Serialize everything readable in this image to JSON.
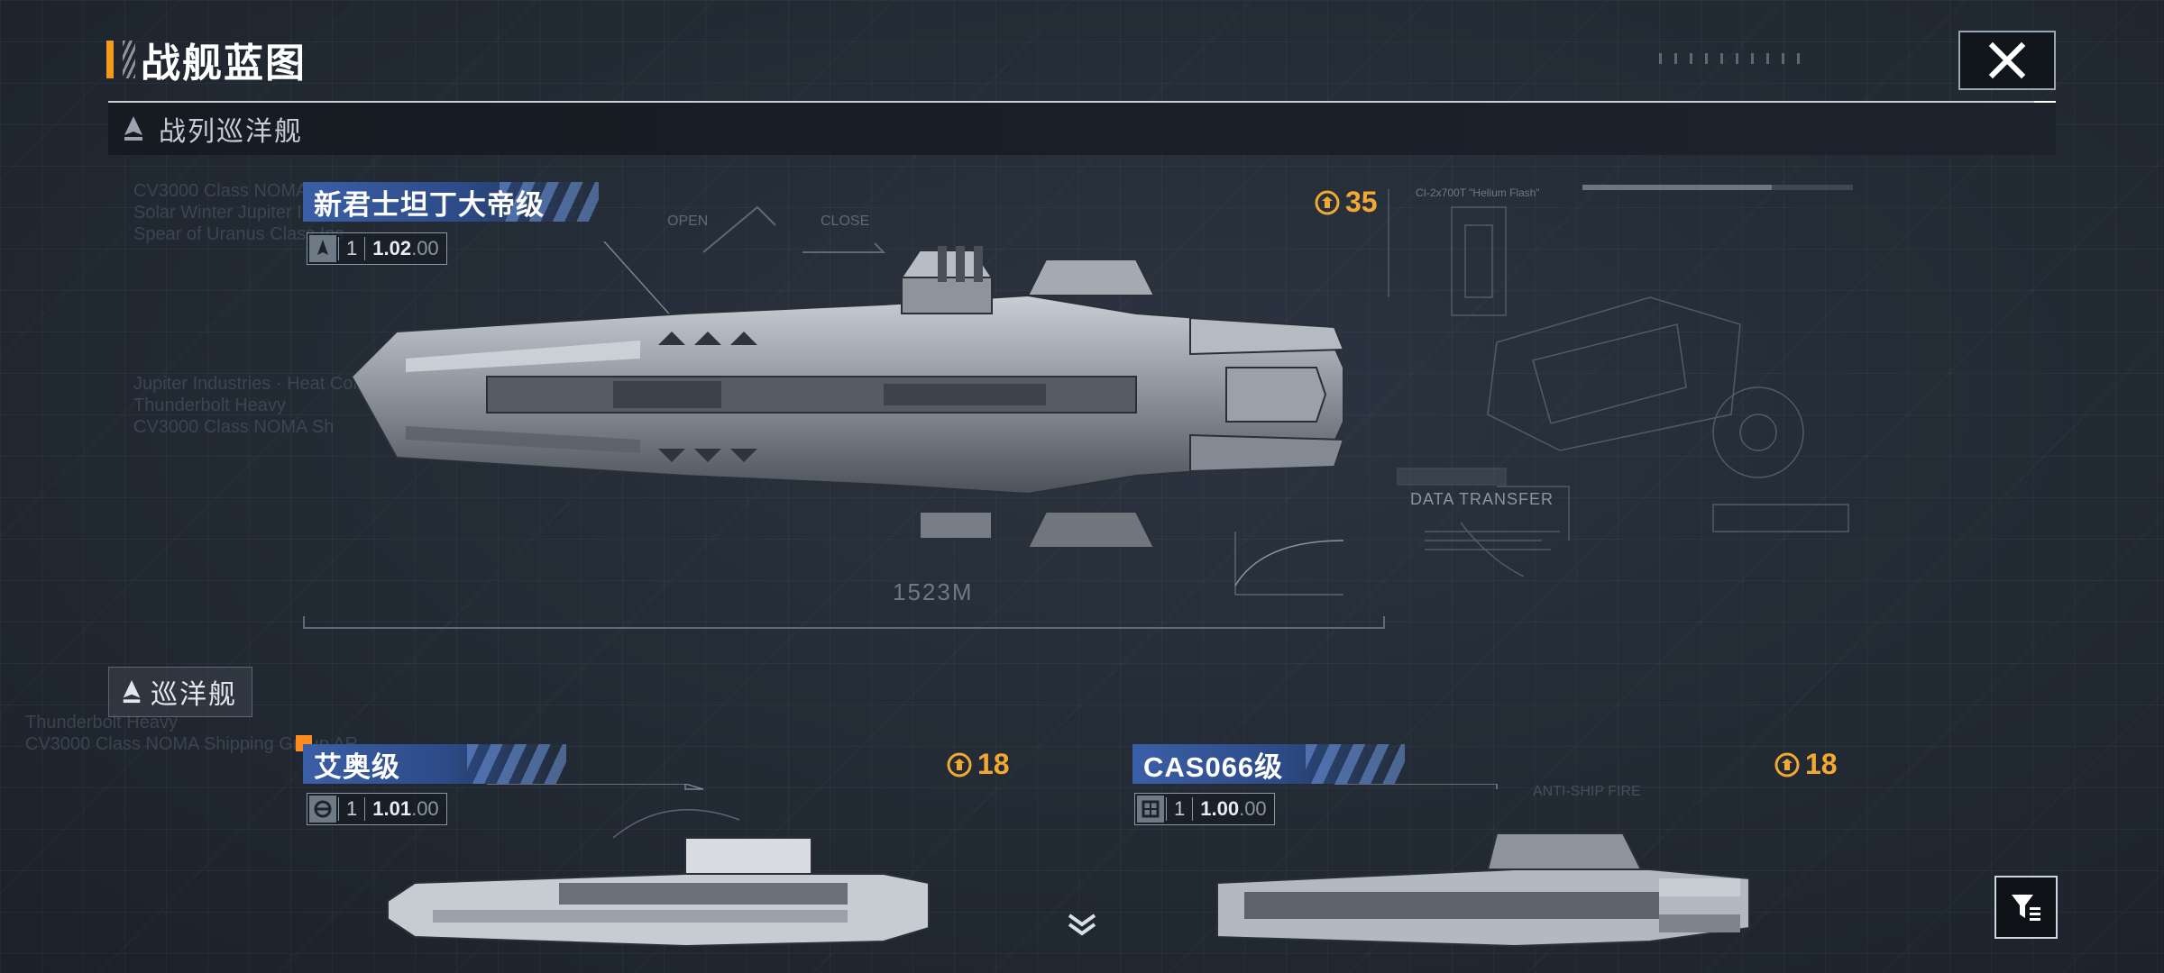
{
  "header": {
    "title": "战舰蓝图"
  },
  "sections": [
    {
      "label": "战列巡洋舰",
      "ships": [
        {
          "name": "新君士坦丁大帝级",
          "level": "1",
          "version": "1.02",
          "version_suffix": ".00",
          "cost": "35",
          "length_label": "1523M"
        }
      ]
    },
    {
      "label": "巡洋舰",
      "ships": [
        {
          "name": "艾奥级",
          "level": "1",
          "version": "1.01",
          "version_suffix": ".00",
          "cost": "18"
        },
        {
          "name": "CAS066级",
          "level": "1",
          "version": "1.00",
          "version_suffix": ".00",
          "cost": "18"
        }
      ]
    }
  ],
  "decor": {
    "open_label": "OPEN",
    "close_label": "CLOSE",
    "data_transfer": "DATA TRANSFER",
    "anti_ship_fire": "ANTI-SHIP FIRE",
    "helium_flash": "CI-2x700T \"Helium Flash\"",
    "bg_text_1": "CV3000 Class NOMA Shipping\nSolar Winter Jupiter Industr\nSpear of Uranus Class Ins",
    "bg_text_2": "Jupiter Industries · Heat Control\nThunderbolt Heavy\nCV3000 Class NOMA Sh",
    "bg_text_3": "Thunderbolt Heavy\nCV3000 Class NOMA Shipping Group AR"
  },
  "colors": {
    "accent_orange": "#f29a1c",
    "cost_gold": "#f3a832",
    "name_plate_blue": "#3b5fa6",
    "background": "#222a34"
  },
  "icons": {
    "close": "close-icon",
    "filter": "filter-icon",
    "ship_class": "warship-icon",
    "currency": "blueprint-coin-icon",
    "scroll": "chevron-down-icon"
  }
}
